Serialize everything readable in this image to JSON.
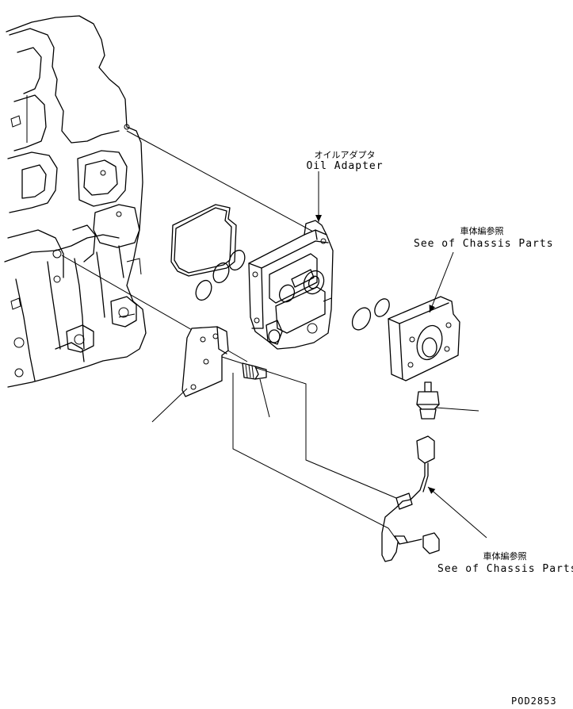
{
  "labels": {
    "oil_adapter_jp": "オイルアダプタ",
    "oil_adapter_en": "Oil Adapter",
    "chassis_top_jp": "車体編参照",
    "chassis_top_en": "See of Chassis Parts",
    "chassis_bottom_jp": "車体編参照",
    "chassis_bottom_en": "See of Chassis Parts",
    "drawing_number": "POD2853"
  }
}
